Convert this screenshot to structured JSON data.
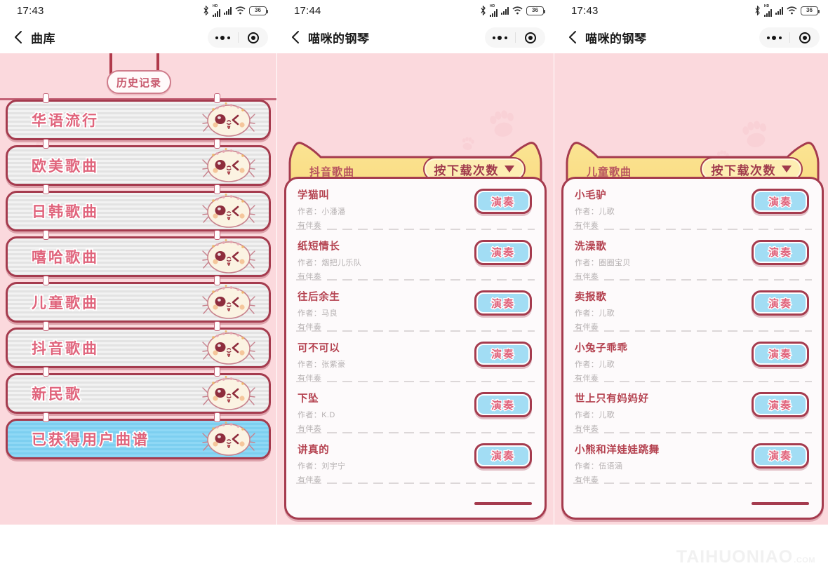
{
  "watermark": {
    "text": "TAIHUONIAO",
    "domain": ".COM"
  },
  "colors": {
    "bg_pink": "#fbd9dd",
    "border_red": "#a53b4e",
    "title_red": "#b4414f",
    "label_pink": "#e0647c",
    "header_yellow": "#fbe08a",
    "play_blue": "#a2ddf4",
    "selected_blue": "#8fd8f5"
  },
  "panels": [
    {
      "id": "library",
      "status": {
        "time": "17:43",
        "battery": "36",
        "icons": [
          "bluetooth-icon",
          "signal-hd-icon",
          "signal-icon",
          "wifi-icon",
          "battery-icon"
        ]
      },
      "nav": {
        "back": "back-chevron-icon",
        "title": "曲库",
        "capsule": {
          "menu": "more-dots-icon",
          "target": "target-icon"
        }
      },
      "history_tab": {
        "label": "历史记录"
      },
      "categories": [
        {
          "label": "华语流行",
          "selected": false
        },
        {
          "label": "欧美歌曲",
          "selected": false
        },
        {
          "label": "日韩歌曲",
          "selected": false
        },
        {
          "label": "嘻哈歌曲",
          "selected": false
        },
        {
          "label": "儿童歌曲",
          "selected": false
        },
        {
          "label": "抖音歌曲",
          "selected": false
        },
        {
          "label": "新民歌",
          "selected": false
        },
        {
          "label": "已获得用户曲谱",
          "selected": true
        }
      ]
    },
    {
      "id": "douyin-songs",
      "status": {
        "time": "17:44",
        "battery": "36",
        "icons": [
          "bluetooth-icon",
          "signal-hd-icon",
          "signal-icon",
          "wifi-icon",
          "battery-icon"
        ]
      },
      "nav": {
        "back": "back-chevron-icon",
        "title": "喵咪的钢琴",
        "capsule": {
          "menu": "more-dots-icon",
          "target": "target-icon"
        }
      },
      "card": {
        "category": "抖音歌曲",
        "sort_label": "按下载次数",
        "sort_caret": "chevron-down-icon",
        "play_label": "演奏",
        "songs": [
          {
            "title": "学猫叫",
            "author": "作者：小潘潘",
            "accompaniment": "有伴奏"
          },
          {
            "title": "纸短情长",
            "author": "作者：烟把儿乐队",
            "accompaniment": "有伴奏"
          },
          {
            "title": "往后余生",
            "author": "作者：马良",
            "accompaniment": "有伴奏"
          },
          {
            "title": "可不可以",
            "author": "作者：张紫豪",
            "accompaniment": "有伴奏"
          },
          {
            "title": "下坠",
            "author": "作者：K.D",
            "accompaniment": "有伴奏"
          },
          {
            "title": "讲真的",
            "author": "作者：刘宇宁",
            "accompaniment": "有伴奏"
          }
        ]
      }
    },
    {
      "id": "kids-songs",
      "status": {
        "time": "17:43",
        "battery": "36",
        "icons": [
          "bluetooth-icon",
          "signal-hd-icon",
          "signal-icon",
          "wifi-icon",
          "battery-icon"
        ]
      },
      "nav": {
        "back": "back-chevron-icon",
        "title": "喵咪的钢琴",
        "capsule": {
          "menu": "more-dots-icon",
          "target": "target-icon"
        }
      },
      "card": {
        "category": "儿童歌曲",
        "sort_label": "按下载次数",
        "sort_caret": "chevron-down-icon",
        "play_label": "演奏",
        "songs": [
          {
            "title": "小毛驴",
            "author": "作者：儿歌",
            "accompaniment": "有伴奏"
          },
          {
            "title": "洗澡歌",
            "author": "作者：圈圈宝贝",
            "accompaniment": "有伴奏"
          },
          {
            "title": "卖报歌",
            "author": "作者：儿歌",
            "accompaniment": "有伴奏"
          },
          {
            "title": "小兔子乖乖",
            "author": "作者：儿歌",
            "accompaniment": "有伴奏"
          },
          {
            "title": "世上只有妈妈好",
            "author": "作者：儿歌",
            "accompaniment": "有伴奏"
          },
          {
            "title": "小熊和洋娃娃跳舞",
            "author": "作者：伍语涵",
            "accompaniment": "有伴奏"
          }
        ]
      }
    }
  ]
}
